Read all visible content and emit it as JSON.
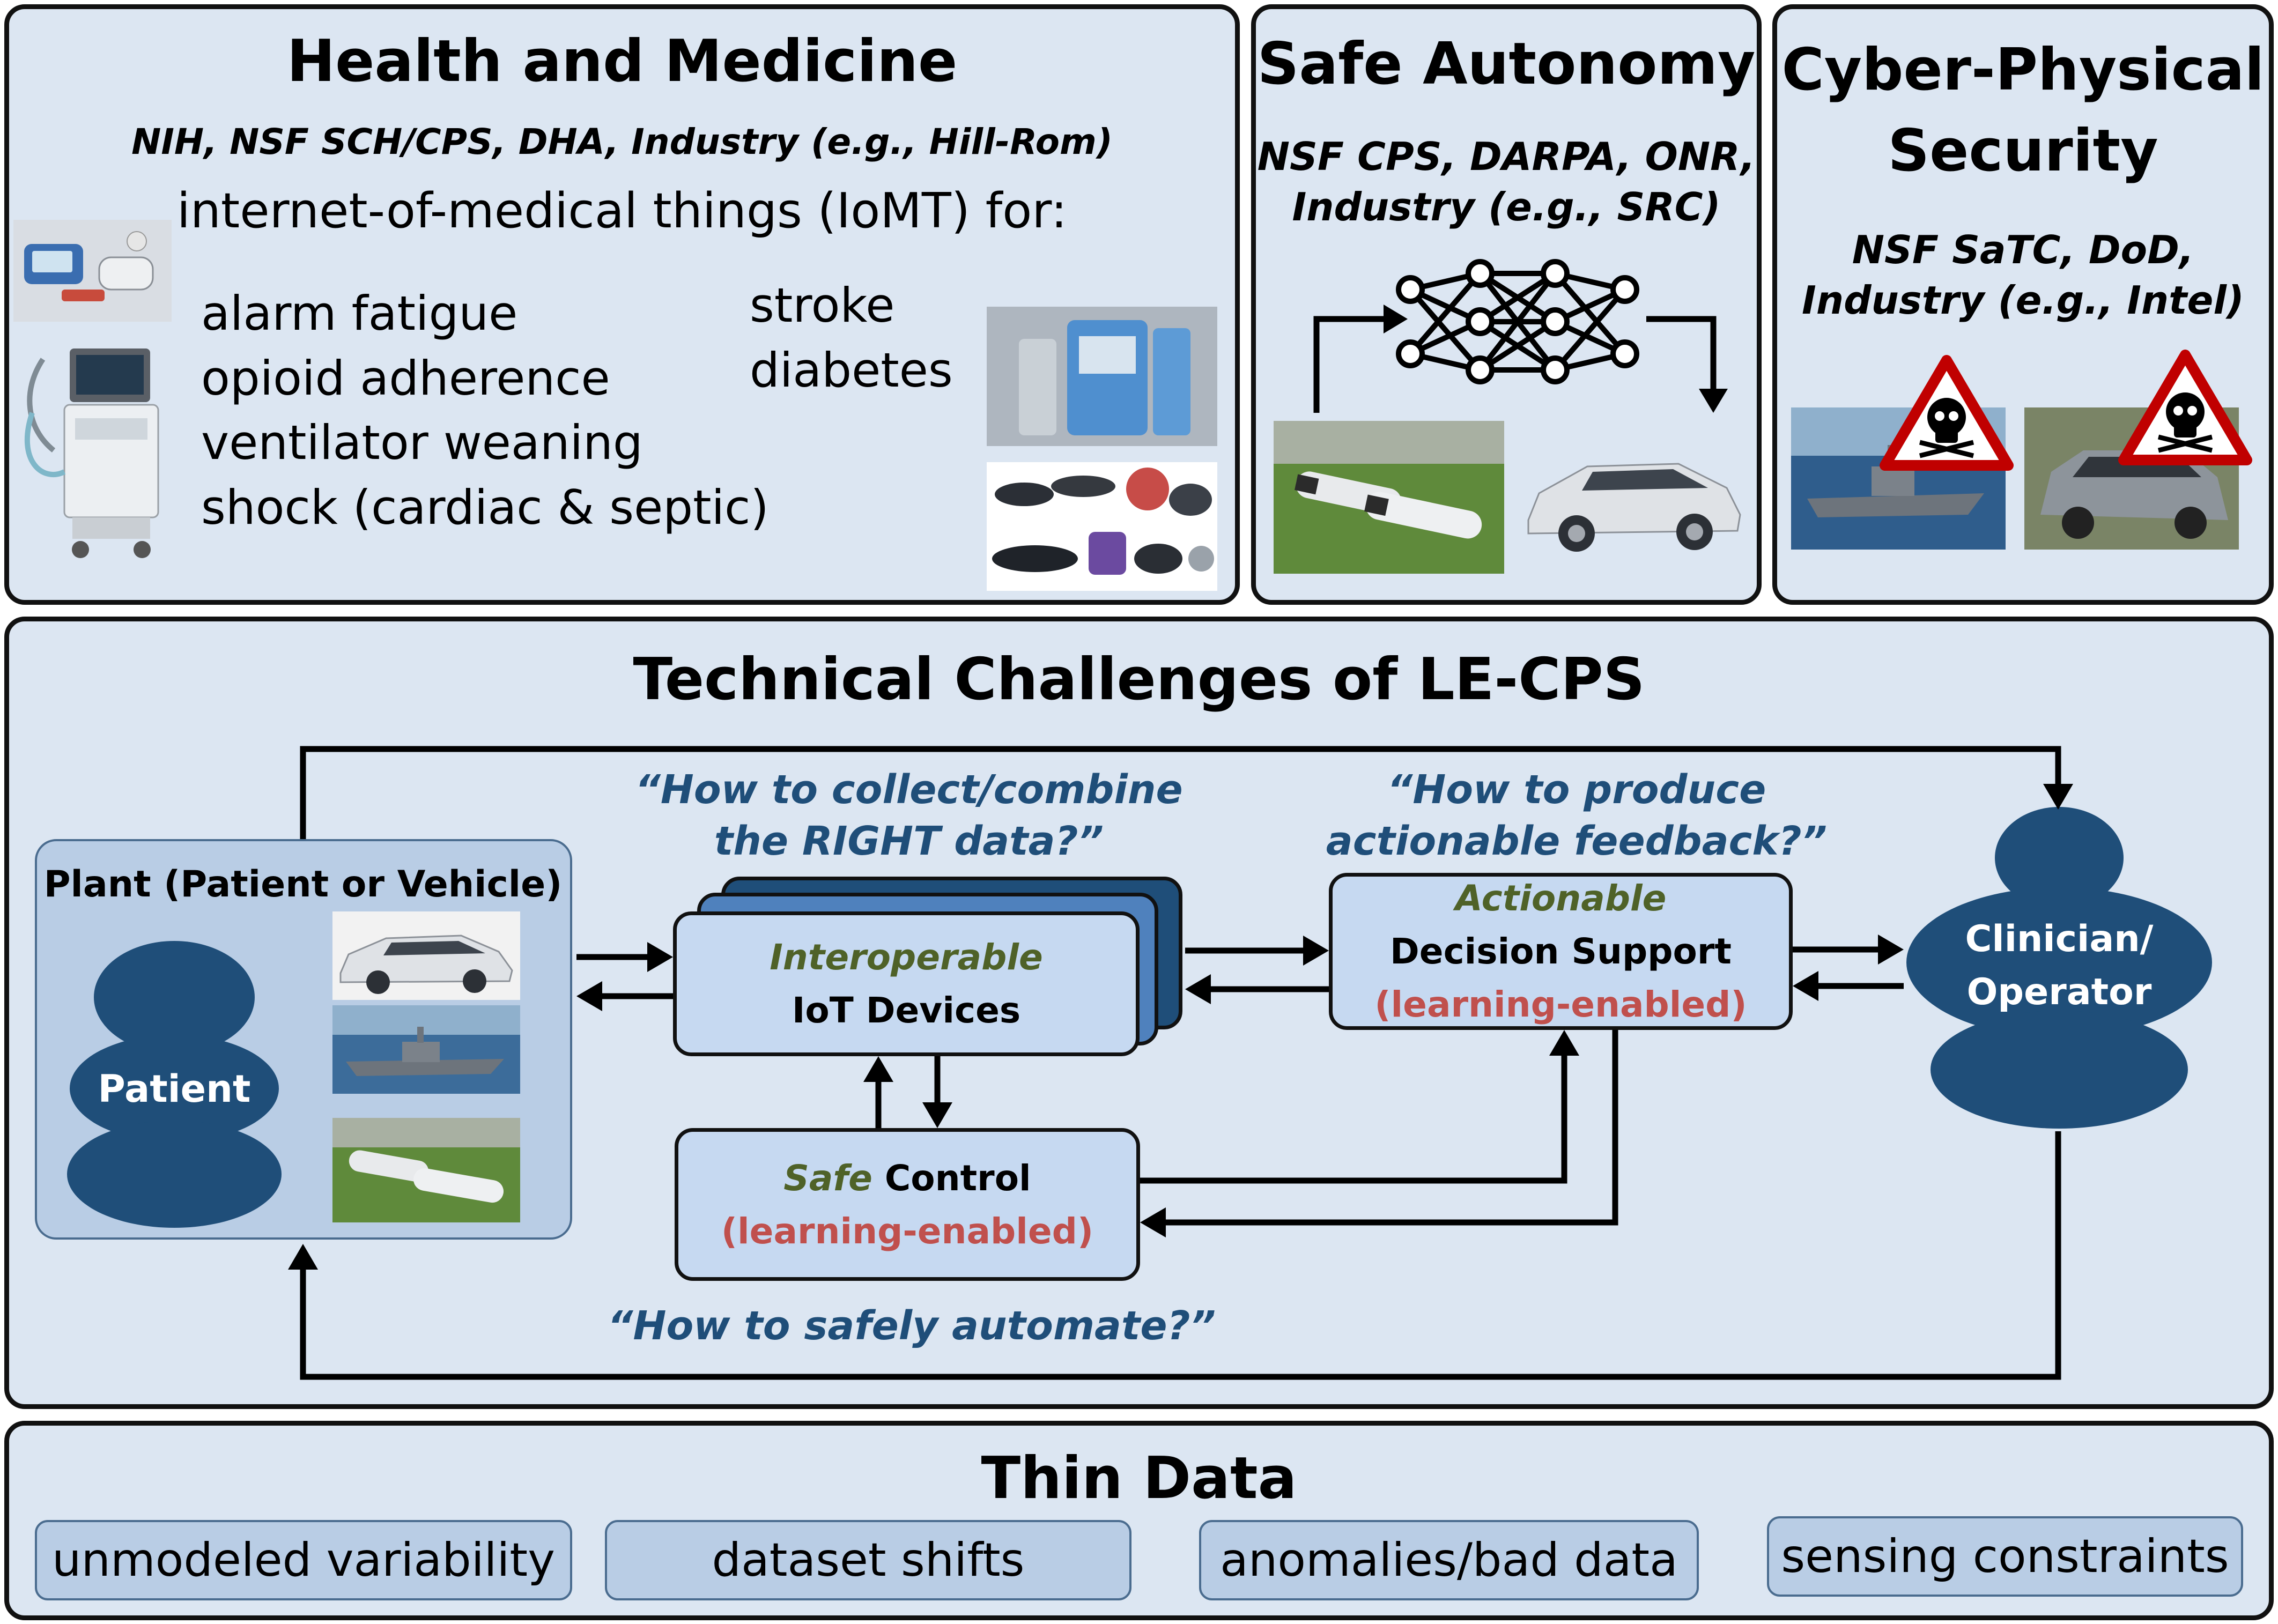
{
  "health": {
    "title": "Health and Medicine",
    "funding": "NIH, NSF SCH/CPS, DHA, Industry (e.g., Hill-Rom)",
    "subtitle": "internet-of-medical things (IoMT) for:",
    "items_left": [
      "alarm fatigue",
      "opioid adherence",
      "ventilator weaning",
      "shock (cardiac & septic)"
    ],
    "items_right": [
      "stroke",
      "diabetes"
    ]
  },
  "autonomy": {
    "title": "Safe Autonomy",
    "funding_line1": "NSF CPS, DARPA, ONR,",
    "funding_line2": "Industry (e.g., SRC)"
  },
  "security": {
    "title_line1": "Cyber-Physical",
    "title_line2": "Security",
    "funding_line1": "NSF SaTC, DoD,",
    "funding_line2": "Industry (e.g., Intel)"
  },
  "challenges": {
    "title": "Technical Challenges of LE-CPS",
    "q_collect_line1": "“How to collect/combine",
    "q_collect_line2": "the RIGHT data?”",
    "q_feedback_line1": "“How to produce",
    "q_feedback_line2": "actionable feedback?”",
    "q_automate": "“How to safely automate?”",
    "plant_title": "Plant (Patient or Vehicle)",
    "patient_label": "Patient",
    "iot_qualifier": "Interoperable",
    "iot_label": "IoT Devices",
    "ds_qualifier": "Actionable",
    "ds_label": "Decision Support",
    "ds_tag": "(learning-enabled)",
    "sc_qualifier": "Safe",
    "sc_label": "Control",
    "sc_tag": "(learning-enabled)",
    "operator_line1": "Clinician/",
    "operator_line2": "Operator"
  },
  "thin_data": {
    "title": "Thin Data",
    "items": [
      "unmodeled variability",
      "dataset shifts",
      "anomalies/bad data",
      "sensing constraints"
    ]
  },
  "colors": {
    "panel_bg": "#dce6f2",
    "box_bg": "#c6d9f1",
    "person": "#1f4e79",
    "question": "#1f4e79",
    "qualifier_green": "#4f6228",
    "learning_red": "#c0504d",
    "warning_red": "#c00000"
  }
}
